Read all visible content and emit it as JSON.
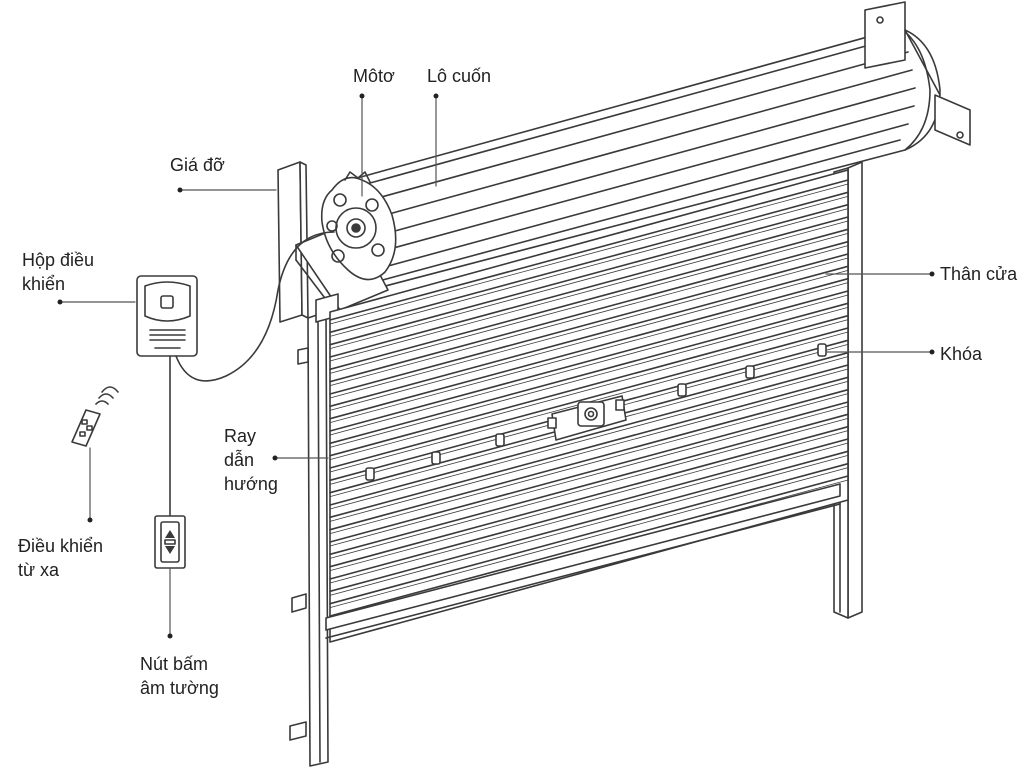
{
  "labels": {
    "motor": "Môtơ",
    "roller": "Lô cuốn",
    "bracket": "Giá đỡ",
    "control_box_l1": "Hộp điều",
    "control_box_l2": "khiển",
    "door_body": "Thân cửa",
    "lock": "Khóa",
    "guide_rail_l1": "Ray",
    "guide_rail_l2": "dẫn",
    "guide_rail_l3": "hướng",
    "remote_l1": "Điều khiển",
    "remote_l2": "từ xa",
    "wall_button_l1": "Nút bấm",
    "wall_button_l2": "âm tường"
  },
  "colors": {
    "line": "#3a3a3a",
    "text": "#222222",
    "background": "#ffffff"
  }
}
